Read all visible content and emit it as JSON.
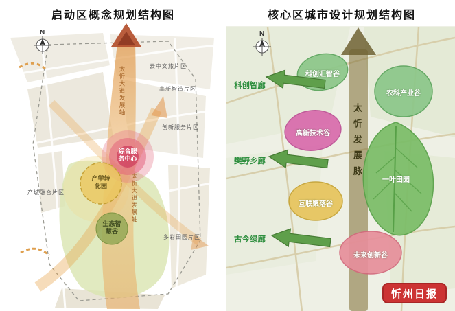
{
  "left": {
    "title": "启动区概念规划结构图",
    "compass": "N",
    "axis_label_upper": "太忻大道发展轴",
    "axis_label_lower": "太忻大道发展轴",
    "districts": {
      "yunzhong": "云中文旅片区",
      "gaoxin": "高新智造片区",
      "chuangxin": "创新服务片区",
      "chancheng": "产城融合片区",
      "duocai": "多彩田园片区"
    },
    "nodes": {
      "service_center": "综合服务中心",
      "chanxue": "产学转化园",
      "shengtai": "生态智慧谷"
    }
  },
  "right": {
    "title": "核心区城市设计规划结构图",
    "compass": "N",
    "axis_label": "太忻发展脉",
    "valleys": {
      "kechuang": "科创汇智谷",
      "nongke": "农科产业谷",
      "gaoxin": "高新技术谷",
      "yiye": "一叶田园",
      "hulian": "互联聚落谷",
      "weilai": "未来创新谷"
    },
    "corridors": {
      "kechuang": "科创智廊",
      "fanye": "樊野乡廊",
      "gujin": "古今绿廊"
    }
  },
  "watermark": "忻州日报",
  "colors": {
    "valley_green": "#8cc789",
    "valley_magenta": "#d868ab",
    "valley_yellow": "#e7c45c",
    "valley_pink": "#e78f9b",
    "corridor_green": "#5f9f4b",
    "axis_brown": "#897a46",
    "axis_orange": "#e1984a",
    "node_pink": "#cd3a5c",
    "watermark_red": "#cc3333"
  }
}
